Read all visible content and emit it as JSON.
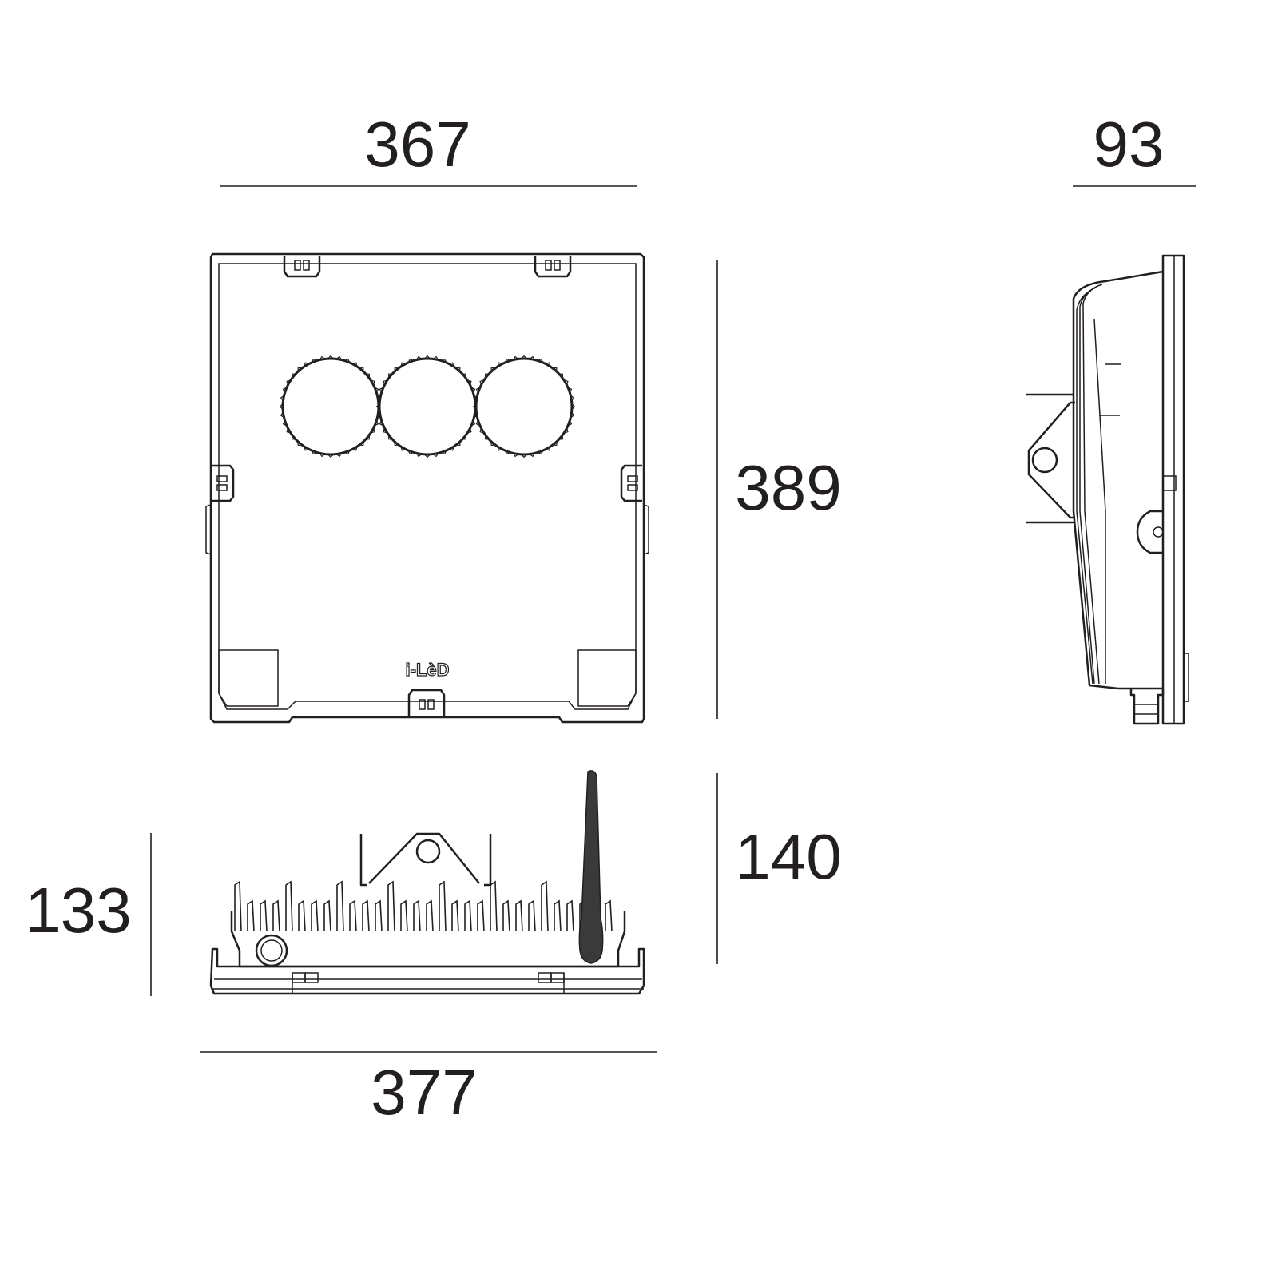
{
  "dimensions": {
    "front_width": "367",
    "front_height": "389",
    "side_depth": "93",
    "bottom_width": "377",
    "bottom_height_left": "133",
    "bottom_height_right": "140"
  },
  "logo": "i-LèD",
  "colors": {
    "line": "#231f20",
    "background": "#ffffff"
  }
}
